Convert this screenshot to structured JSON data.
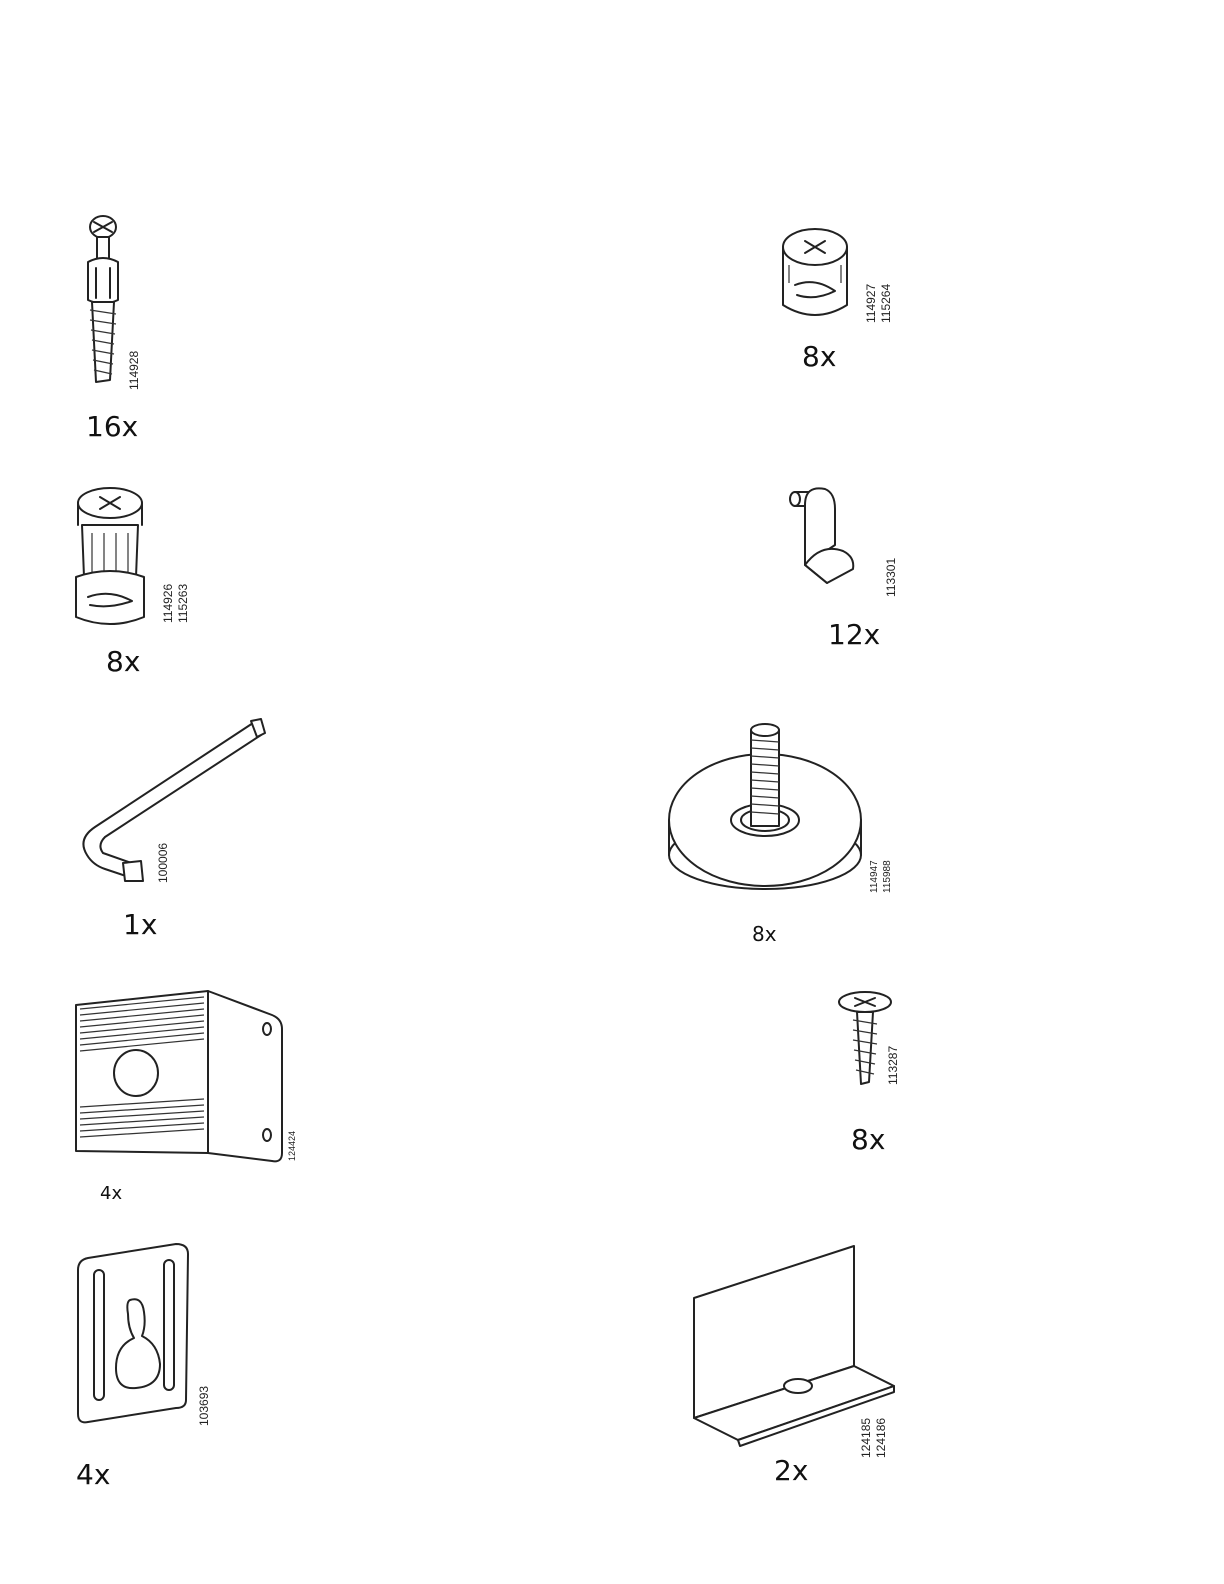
{
  "parts": [
    {
      "id": "cam-bolt",
      "codes": [
        "114928"
      ],
      "quantity": "16x",
      "icon": "cam-bolt-icon"
    },
    {
      "id": "cam-lock-small",
      "codes": [
        "114927",
        "115264"
      ],
      "quantity": "8x",
      "icon": "cam-lock-icon"
    },
    {
      "id": "cam-lock-long",
      "codes": [
        "114926",
        "115263"
      ],
      "quantity": "8x",
      "icon": "cam-lock-long-icon"
    },
    {
      "id": "shelf-pin",
      "codes": [
        "113301"
      ],
      "quantity": "12x",
      "icon": "shelf-pin-icon"
    },
    {
      "id": "allen-key",
      "codes": [
        "100006"
      ],
      "quantity": "1x",
      "icon": "allen-key-icon"
    },
    {
      "id": "adjustable-foot",
      "codes": [
        "114947",
        "115988"
      ],
      "quantity": "8x",
      "icon": "adjustable-foot-icon"
    },
    {
      "id": "corner-bracket",
      "codes": [
        "124424"
      ],
      "quantity": "4x",
      "icon": "corner-bracket-icon"
    },
    {
      "id": "screw",
      "codes": [
        "113287"
      ],
      "quantity": "8x",
      "icon": "screw-icon"
    },
    {
      "id": "keyhole-plate",
      "codes": [
        "103693"
      ],
      "quantity": "4x",
      "icon": "keyhole-plate-icon"
    },
    {
      "id": "angle-bracket",
      "codes": [
        "124185",
        "124186"
      ],
      "quantity": "2x",
      "icon": "angle-bracket-icon"
    }
  ],
  "colors": {
    "line": "#222222",
    "background": "#ffffff"
  }
}
